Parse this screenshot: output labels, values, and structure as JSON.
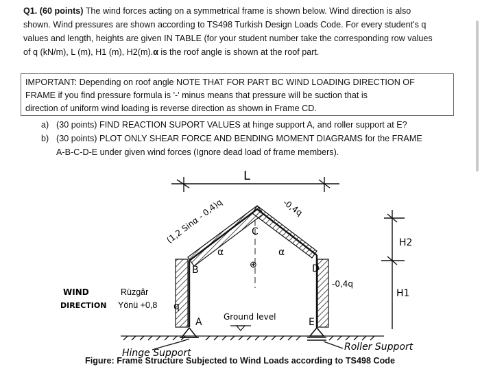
{
  "question": {
    "number": "Q1. (60 points)",
    "line1": " The wind forces acting on a symmetrical frame is shown below. Wind direction is also",
    "line2": "shown. Wind pressures are shown according to TS498 Turkish Design Loads Code. For every student's q",
    "line3": "values and length, heights are given IN TABLE (for your student number take the corresponding row values",
    "line4": "of q (kN/m), L (m), H1 (m), H2(m).",
    "line4_alpha": "α",
    "line4_end": " is the roof angle is shown at the roof part."
  },
  "notice": {
    "line1": "IMPORTANT: Depending on roof angle NOTE THAT FOR PART BC WIND LOADING DIRECTION OF",
    "line2": "FRAME if you find pressure formula is '-' minus means that pressure will be suction that is",
    "line3": "direction of uniform wind loading is reverse direction as shown in Frame CD."
  },
  "parts": [
    {
      "label": "a)",
      "text": "(30 points) FIND REACTION SUPORT VALUES at hinge support A, and roller support at E?"
    },
    {
      "label": "b)",
      "text": "(30 points) PLOT ONLY SHEAR FORCE AND BENDING MOMENT DIAGRAMS for the FRAME",
      "text2": "A-B-C-D-E under given wind forces (Ignore dead load of frame members)."
    }
  ],
  "figure": {
    "span_label": "L",
    "roof_left_load": "(1,2 Sinα - 0,4)q",
    "roof_right_load": "-0,4q",
    "alpha": "α",
    "node_B": "B",
    "node_C": "C",
    "node_D": "D",
    "node_A": "A",
    "node_E": "E",
    "h2_label": "H2",
    "h1_label": "H1",
    "right_wall_load": "-0,4q",
    "wind_label": "WIND",
    "direction_label": "DIRECTION",
    "ruzgar_label": "Rüzgâr",
    "yonu_label": "Yönü +0,8",
    "left_wall_load": "q",
    "ground_label": "Ground level",
    "hinge_label": "Hinge Support",
    "roller_label": "Roller Support",
    "caption": "Figure: Frame Structure Subjected to Wind Loads according to TS498 Code"
  }
}
